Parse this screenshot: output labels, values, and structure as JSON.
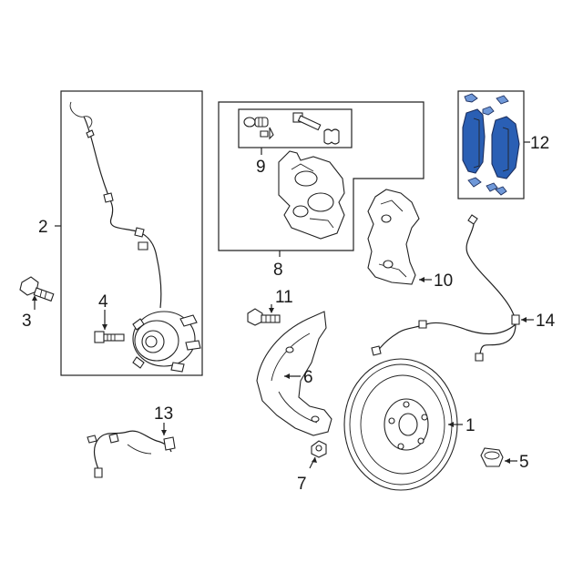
{
  "callouts": {
    "c1": "1",
    "c2": "2",
    "c3": "3",
    "c4": "4",
    "c5": "5",
    "c6": "6",
    "c7": "7",
    "c8": "8",
    "c9": "9",
    "c10": "10",
    "c11": "11",
    "c12": "12",
    "c13": "13",
    "c14": "14"
  },
  "highlight": {
    "part": "12",
    "color": "#2a5fb4"
  }
}
